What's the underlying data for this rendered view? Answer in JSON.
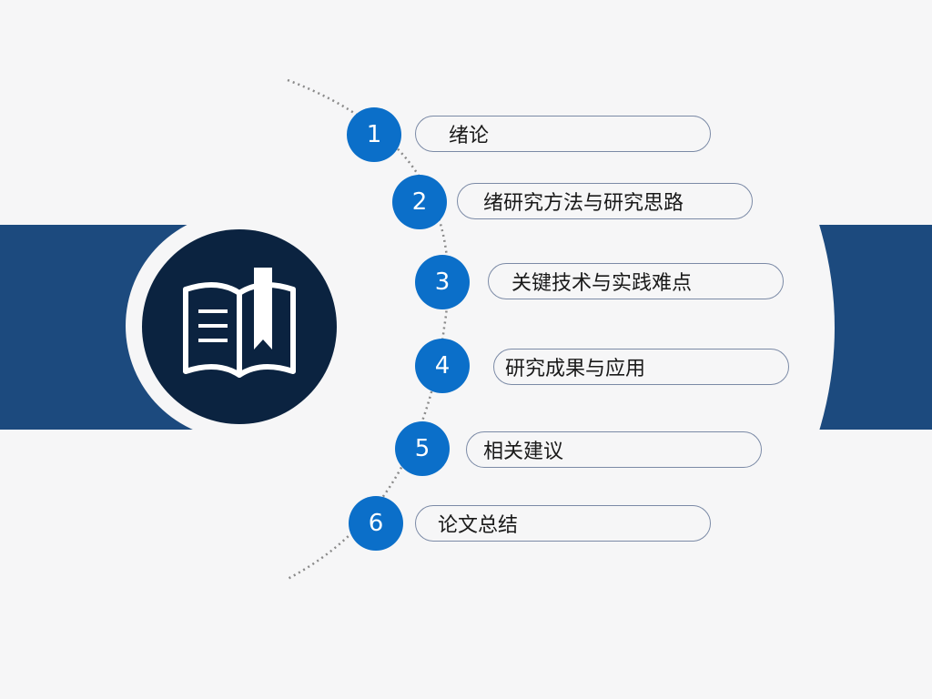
{
  "colors": {
    "band": "#1c4a7e",
    "icon_circle": "#0b2340",
    "number_circle": "#0b6fc9",
    "pill_border": "#7b8aa6",
    "background": "#f6f6f7"
  },
  "icon": "open-book-with-bookmark-icon",
  "items": [
    {
      "number": "1",
      "label": "绪论"
    },
    {
      "number": "2",
      "label": "绪研究方法与研究思路"
    },
    {
      "number": "3",
      "label": "关键技术与实践难点"
    },
    {
      "number": "4",
      "label": "研究成果与应用"
    },
    {
      "number": "5",
      "label": "相关建议"
    },
    {
      "number": "6",
      "label": "论文总结"
    }
  ]
}
